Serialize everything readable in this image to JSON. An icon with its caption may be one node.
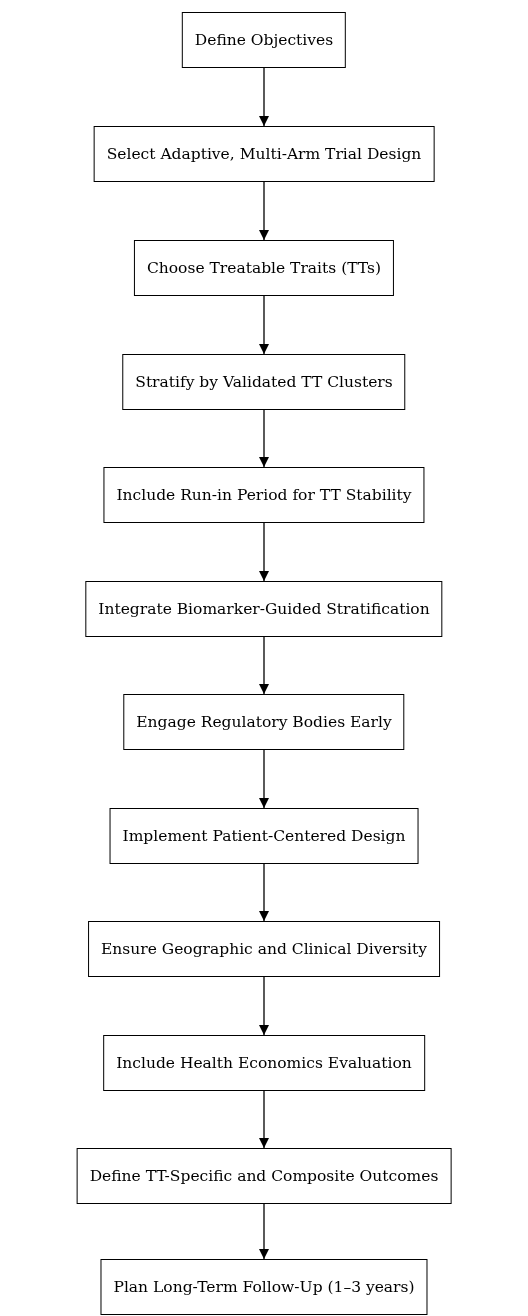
{
  "diagram": {
    "nodes": [
      {
        "text": [
          "Define Objectives"
        ]
      },
      {
        "text": [
          "Select Adaptive, Multi-Arm Trial Design"
        ]
      },
      {
        "text": [
          "Choose Treatable Traits (TTs)"
        ]
      },
      {
        "text": [
          "Stratify by Validated TT Clusters"
        ]
      },
      {
        "text": [
          "Include Run-in Period for TT Stability"
        ]
      },
      {
        "text": [
          "Integrate Biomarker-Guided Stratification"
        ]
      },
      {
        "text": [
          "Engage Regulatory Bodies Early"
        ]
      },
      {
        "text": [
          "Implement Patient-Centered Design"
        ]
      },
      {
        "text": [
          "Ensure Geographic and Clinical Diversity"
        ]
      },
      {
        "text": [
          "Include Health Economics Evaluation"
        ]
      },
      {
        "text": [
          "Define TT-Specific and Composite Outcomes"
        ]
      },
      {
        "text": [
          "Plan Long-Term Follow-Up (1–3 years)"
        ]
      }
    ],
    "edges": [
      {
        "from": 0,
        "to": 1,
        "arrow": "to"
      },
      {
        "from": 1,
        "to": 2,
        "arrow": "to"
      },
      {
        "from": 2,
        "to": 3,
        "arrow": "to"
      },
      {
        "from": 3,
        "to": 4,
        "arrow": "to"
      },
      {
        "from": 4,
        "to": 5,
        "arrow": "to"
      },
      {
        "from": 5,
        "to": 6,
        "arrow": "to"
      },
      {
        "from": 6,
        "to": 7,
        "arrow": "to"
      },
      {
        "from": 7,
        "to": 8,
        "arrow": "to"
      },
      {
        "from": 8,
        "to": 9,
        "arrow": "to"
      },
      {
        "from": 9,
        "to": 10,
        "arrow": "to"
      },
      {
        "from": 10,
        "to": 11,
        "arrow": "to"
      }
    ]
  }
}
